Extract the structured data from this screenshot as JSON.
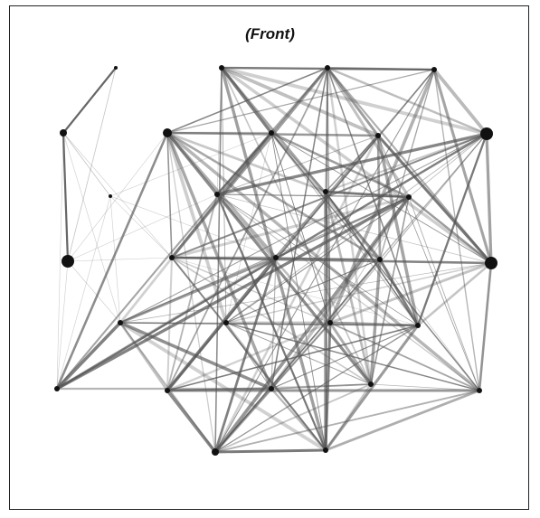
{
  "figure": {
    "title": "(Front)"
  },
  "graph": {
    "edge_color": "#555555",
    "node_color": "#111111",
    "nodes": [
      {
        "id": "n1"
      },
      {
        "id": "n2"
      },
      {
        "id": "n3"
      },
      {
        "id": "n4"
      },
      {
        "id": "n5"
      },
      {
        "id": "n6"
      },
      {
        "id": "n7"
      },
      {
        "id": "n8"
      },
      {
        "id": "n9"
      },
      {
        "id": "n10"
      },
      {
        "id": "n11"
      },
      {
        "id": "n12"
      },
      {
        "id": "n13"
      },
      {
        "id": "n14"
      },
      {
        "id": "n15"
      },
      {
        "id": "n16"
      },
      {
        "id": "n17"
      },
      {
        "id": "n18"
      },
      {
        "id": "n19"
      },
      {
        "id": "n20"
      },
      {
        "id": "n21"
      },
      {
        "id": "n22"
      },
      {
        "id": "n23"
      },
      {
        "id": "n24"
      }
    ]
  }
}
